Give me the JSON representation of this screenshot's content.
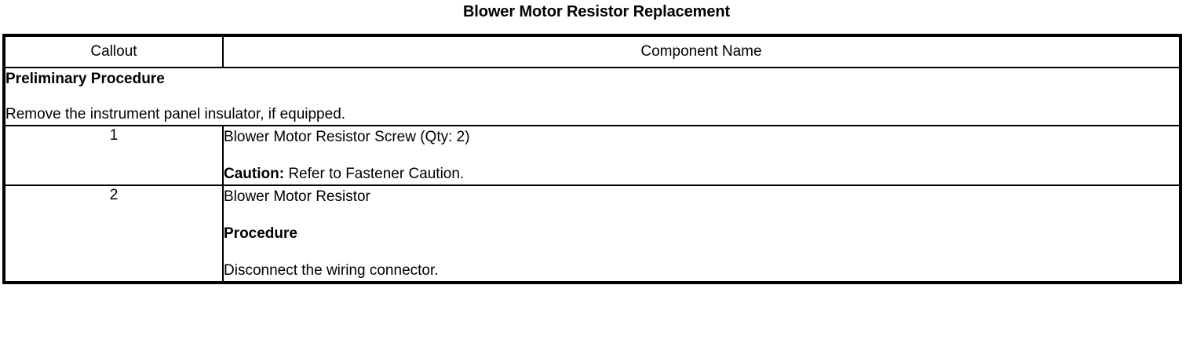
{
  "document": {
    "title": "Blower Motor Resistor Replacement"
  },
  "table": {
    "headers": {
      "callout": "Callout",
      "component_name": "Component Name"
    },
    "preliminary": {
      "heading": "Preliminary Procedure",
      "step": "Remove the instrument panel insulator, if equipped."
    },
    "rows": [
      {
        "callout": "1",
        "lines": [
          {
            "text": "Blower Motor Resistor Screw (Qty: 2)"
          },
          {
            "label": "Caution:",
            "text": " Refer to Fastener Caution."
          }
        ]
      },
      {
        "callout": "2",
        "lines": [
          {
            "text": "Blower Motor Resistor"
          },
          {
            "text": "Procedure"
          },
          {
            "text": "Disconnect the wiring connector."
          }
        ]
      }
    ]
  }
}
